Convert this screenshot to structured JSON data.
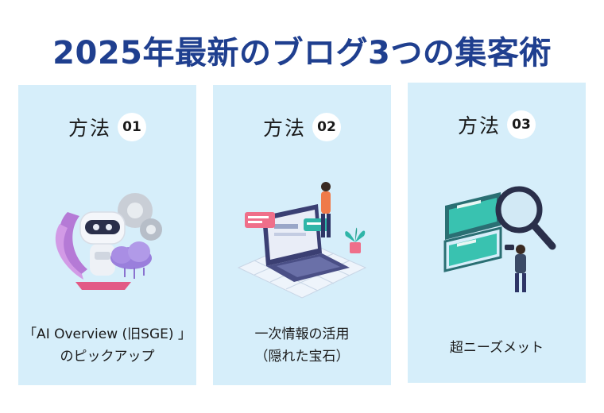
{
  "title": "2025年最新のブログ3つの集客術",
  "cards": [
    {
      "method_label": "方法",
      "number": "01",
      "caption_lines": [
        "「AI Overview (旧SGE) 」",
        "のピックアップ"
      ],
      "illustration": "ai-robot-cloud"
    },
    {
      "method_label": "方法",
      "number": "02",
      "caption_lines": [
        "一次情報の活用",
        "（隠れた宝石）"
      ],
      "illustration": "laptop-person-plant"
    },
    {
      "method_label": "方法",
      "number": "03",
      "caption_lines": [
        "超ニーズメット"
      ],
      "illustration": "magnifier-dashboard-person"
    }
  ],
  "colors": {
    "title": "#1f3f8f",
    "card_bg": "#d6eefa",
    "badge_bg": "#ffffff",
    "accent_teal": "#2fb5a8",
    "accent_purple": "#a77fd8",
    "accent_pink": "#ef6f8a"
  }
}
